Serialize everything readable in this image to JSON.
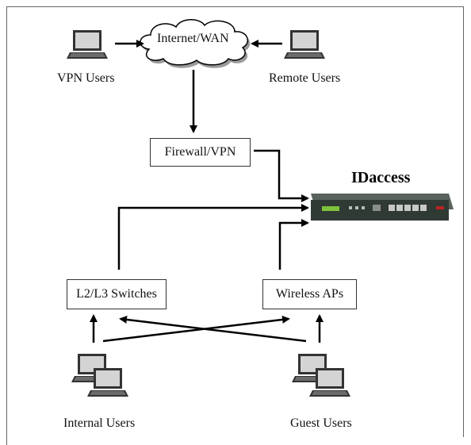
{
  "nodes": {
    "internet": "Internet/WAN",
    "vpn_users": "VPN Users",
    "remote_users": "Remote Users",
    "firewall": "Firewall/VPN",
    "appliance": "IDaccess",
    "switches": "L2/L3 Switches",
    "wireless": "Wireless APs",
    "internal_users": "Internal Users",
    "guest_users": "Guest Users"
  },
  "colors": {
    "line": "#000000",
    "cloud_fill": "#ffffff",
    "cloud_shadow": "#9a9a9a",
    "laptop_screen": "#d4d4d4",
    "appliance_body": "#2f3a34",
    "appliance_led": "#7ec23b"
  }
}
